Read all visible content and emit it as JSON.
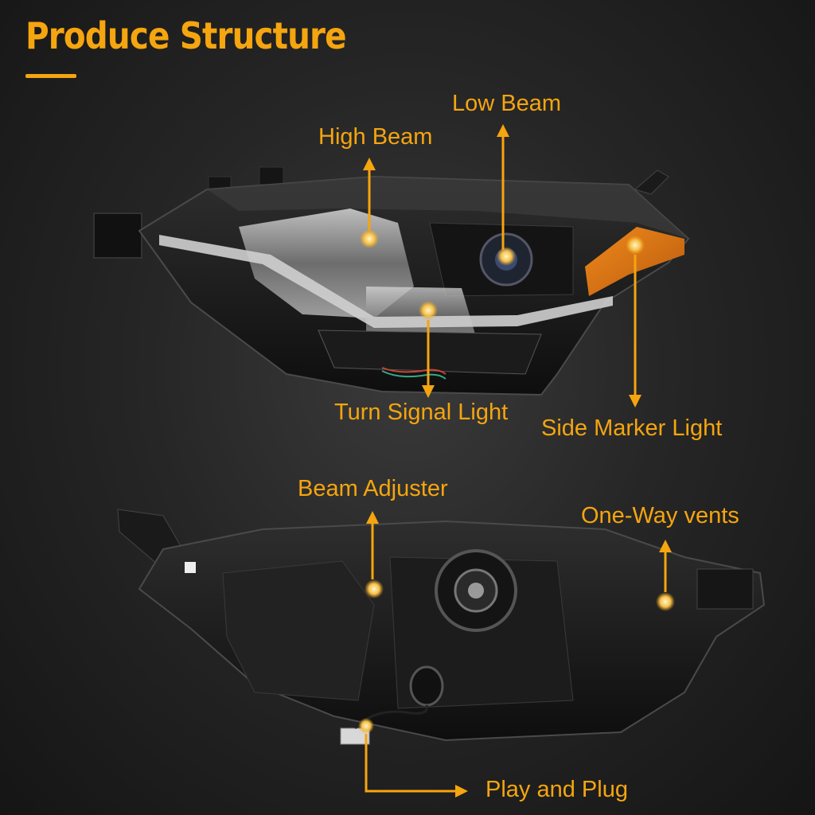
{
  "title": "Produce Structure",
  "labels": {
    "low_beam": "Low Beam",
    "high_beam": "High Beam",
    "turn_signal": "Turn Signal Light",
    "side_marker": "Side Marker Light",
    "beam_adjuster": "Beam Adjuster",
    "one_way_vents": "One-Way vents",
    "play_and_plug": "Play and Plug"
  },
  "colors": {
    "accent": "#f5a50f",
    "background": "#262626",
    "amber_lens": "#d9781a"
  }
}
